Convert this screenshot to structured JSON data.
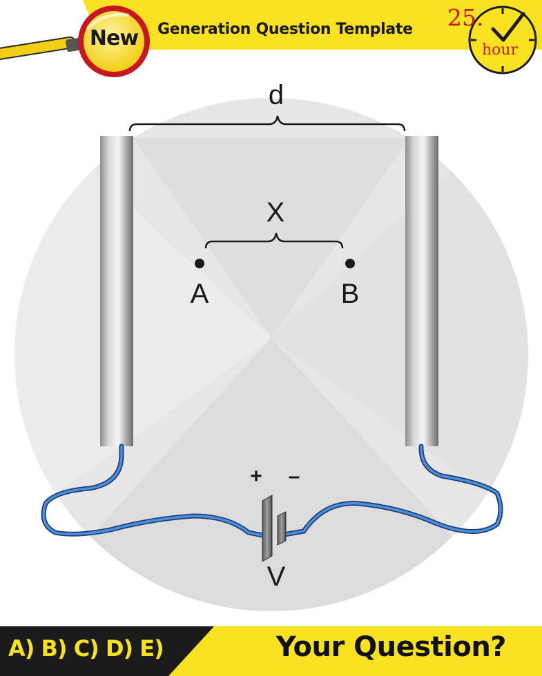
{
  "header": {
    "badge": "New",
    "title": "Generation Question Template",
    "clock_number": "25.",
    "clock_unit": "hour"
  },
  "diagram": {
    "distance_label": "d",
    "separation_label": "X",
    "point_a": "A",
    "point_b": "B",
    "plus_sign": "+",
    "minus_sign": "–",
    "voltage_label": "V"
  },
  "footer": {
    "options": "A) B) C) D) E)",
    "question": "Your Question?"
  },
  "colors": {
    "accent_yellow": "#f8e21f",
    "badge_red": "#c8171f",
    "wire_blue": "#2f6fc0",
    "footer_black": "#1b1b1b",
    "background_circle": "#e6e6e6"
  }
}
